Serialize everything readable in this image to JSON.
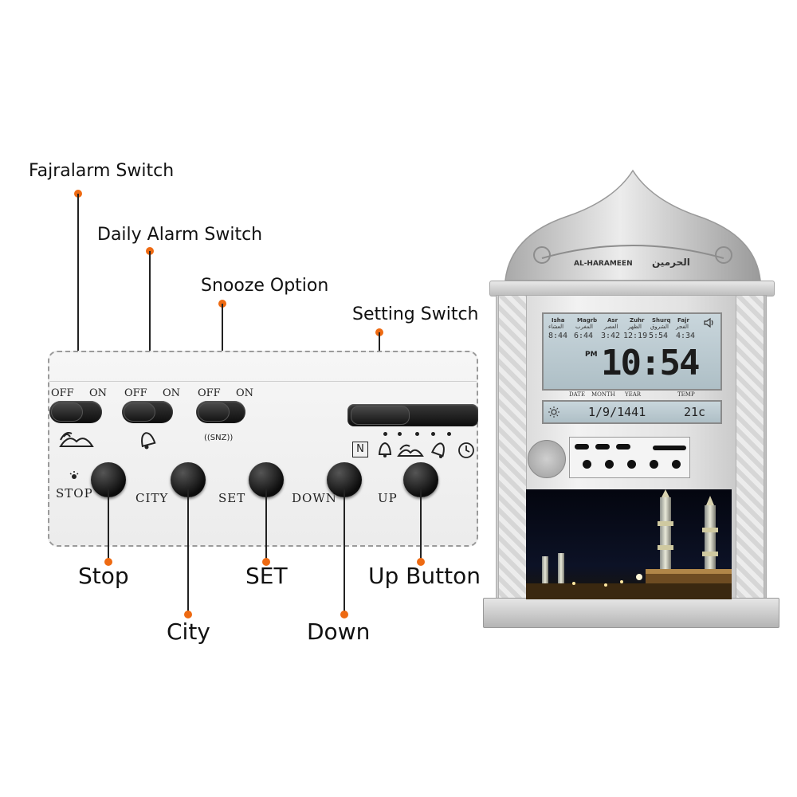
{
  "callouts": {
    "fajr_alarm_switch": "Fajralarm Switch",
    "daily_alarm_switch": "Daily Alarm Switch",
    "snooze_option": "Snooze Option",
    "setting_switch": "Setting Switch",
    "stop": "Stop",
    "city": "City",
    "set": "SET",
    "down": "Down",
    "up_button": "Up Button"
  },
  "panel": {
    "switches": [
      {
        "off": "OFF",
        "on": "ON"
      },
      {
        "off": "OFF",
        "on": "ON"
      },
      {
        "off": "OFF",
        "on": "ON"
      }
    ],
    "snz_label": "((SNZ))",
    "n_label": "N",
    "buttons": {
      "stop": "STOP",
      "city": "CITY",
      "set": "SET",
      "down": "DOWN",
      "up": "UP"
    }
  },
  "clock": {
    "brand": "AL-HARAMEEN",
    "brand_arabic": "الحرمين",
    "prayers": [
      {
        "name": "Isha",
        "arabic": "العشاء",
        "time": "8:44"
      },
      {
        "name": "Magrb",
        "arabic": "المغرب",
        "time": "6:44"
      },
      {
        "name": "Asr",
        "arabic": "العصر",
        "time": "3:42"
      },
      {
        "name": "Zuhr",
        "arabic": "الظهر",
        "time": "12:19"
      },
      {
        "name": "Shurq",
        "arabic": "الشروق",
        "time": "5:54"
      },
      {
        "name": "Fajr",
        "arabic": "الفجر",
        "time": "4:34"
      }
    ],
    "ampm": "PM",
    "time": "10:54",
    "row_labels": {
      "date": "DATE",
      "month": "MONTH",
      "year": "YEAR",
      "temp": "TEMP"
    },
    "date_value": "1/9/1441",
    "temp_value": "21c"
  },
  "colors": {
    "accent_dot": "#ee6a12",
    "line": "#222222"
  }
}
